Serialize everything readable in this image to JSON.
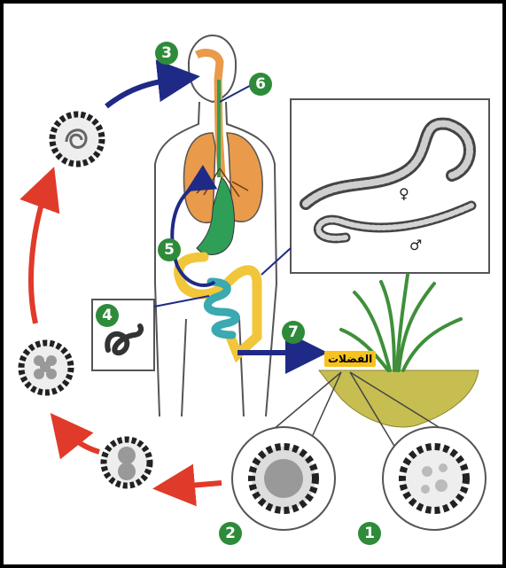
{
  "stage_numbers": [
    "1",
    "2",
    "3",
    "4",
    "5",
    "6",
    "7"
  ],
  "soil_label": "الفضلات",
  "sex_symbols": {
    "female": "♀",
    "male": "♂"
  },
  "colors": {
    "border": "#000000",
    "stage_badge": "#2e8b3a",
    "red_arrow": "#e03a2a",
    "blue_arrow": "#1f2a86",
    "lungs": "#e99a4a",
    "stomach": "#2f9e57",
    "large_intestine": "#f2c63a",
    "small_intestine": "#3aa9b0",
    "soil": "#c7be52",
    "label_bg": "#f7c21f"
  },
  "icons": [
    "egg-icon",
    "larva-icon",
    "worm-icon",
    "grass-icon",
    "human-body-icon"
  ]
}
